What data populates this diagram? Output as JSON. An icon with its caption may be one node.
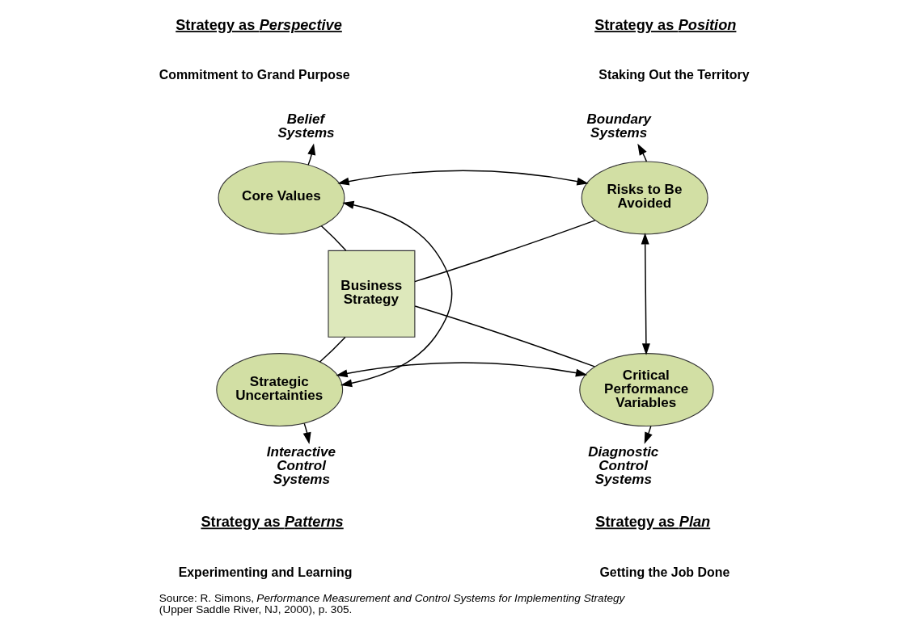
{
  "diagram": {
    "caption": "Source: R. Simons, *Performance Measurement and Control Systems for Implementing Strategy* (Upper Saddle River, NJ, 2000), p. 305.",
    "nodes": [
      {
        "text": [
          "Business Strategy"
        ]
      },
      {
        "text": [
          "Core Values"
        ]
      },
      {
        "text": [
          "Risks to Be Avoided"
        ]
      },
      {
        "text": [
          "Strategic Uncertainties"
        ]
      },
      {
        "text": [
          "Critical Performance Variables"
        ]
      },
      {
        "text": [
          "Belief Systems"
        ]
      },
      {
        "text": [
          "Boundary Systems"
        ]
      },
      {
        "text": [
          "Interactive Control Systems"
        ]
      },
      {
        "text": [
          "Diagnostic Control Systems"
        ]
      }
    ],
    "edges": [
      {
        "from": 1,
        "to": 0,
        "arrow": "none"
      },
      {
        "from": 2,
        "to": 0,
        "arrow": "none"
      },
      {
        "from": 3,
        "to": 0,
        "arrow": "none"
      },
      {
        "from": 4,
        "to": 0,
        "arrow": "none"
      },
      {
        "from": 1,
        "to": 5,
        "arrow": "to"
      },
      {
        "from": 2,
        "to": 6,
        "arrow": "to"
      },
      {
        "from": 3,
        "to": 7,
        "arrow": "to"
      },
      {
        "from": 4,
        "to": 8,
        "arrow": "to"
      },
      {
        "from": 1,
        "to": 2,
        "arrow": "both"
      },
      {
        "from": 1,
        "to": 3,
        "arrow": "both"
      },
      {
        "from": 2,
        "to": 4,
        "arrow": "both"
      },
      {
        "from": 3,
        "to": 4,
        "arrow": "both"
      }
    ],
    "labels": [
      "Strategy as *Perspective*",
      "Commitment to Grand Purpose",
      "Strategy as *Position*",
      "Staking Out the Territory",
      "Strategy as *Patterns*",
      "Experimenting and Learning",
      "Strategy as *Plan*",
      "Getting the Job Done"
    ]
  }
}
